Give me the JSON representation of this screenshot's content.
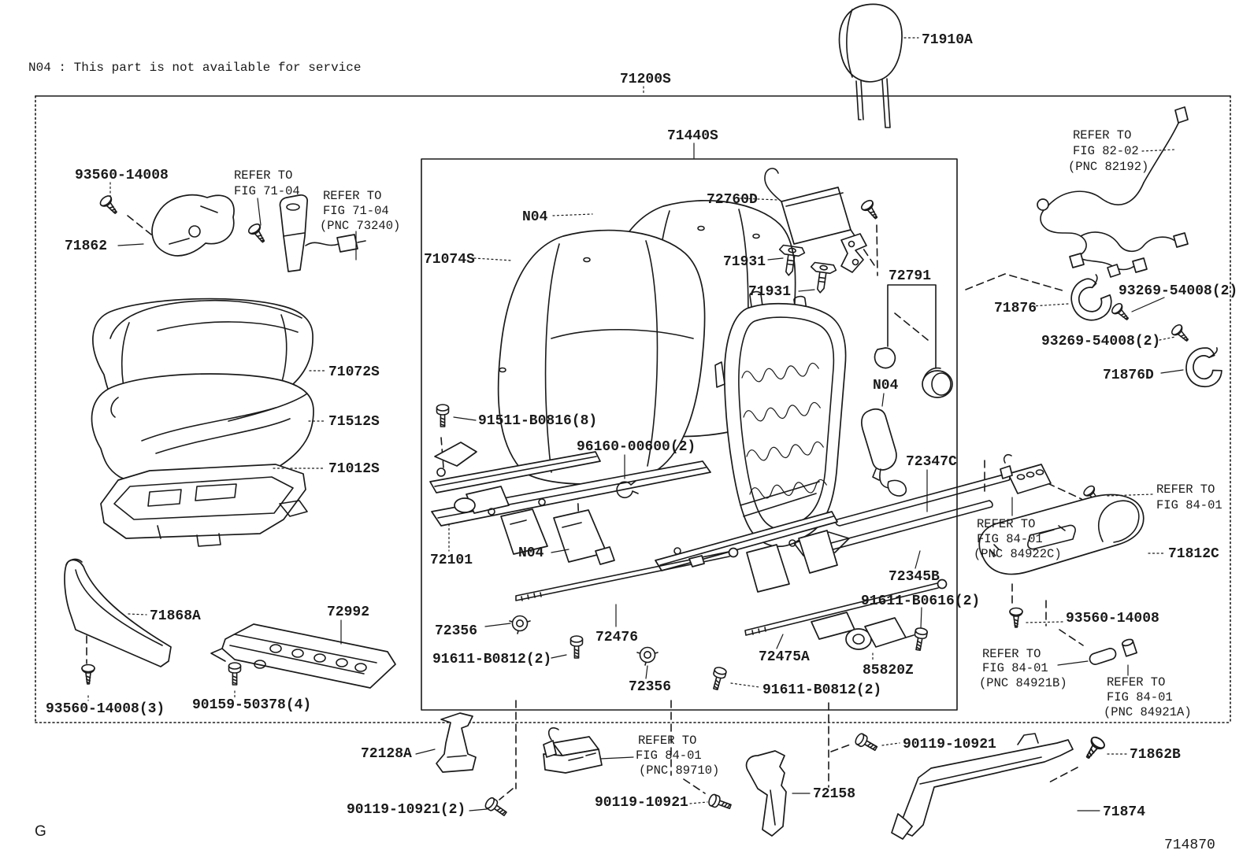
{
  "diagram": {
    "title_note": "N04 : This part is not available for service",
    "section_letter": "G",
    "figure_number": "714870",
    "colors": {
      "ink": "#1a1a1a",
      "background": "#ffffff"
    },
    "assembly_labels": {
      "seat_assy": "71200S",
      "seat_back_assy": "71440S"
    },
    "part_labels": {
      "headrest": "71910A",
      "screw_top_left": "93560-14008",
      "shield_inner": "71862",
      "amplifier": "72760D",
      "back_cover_note": "N04",
      "back_cover": "71074S",
      "headrest_support_upper": "71931",
      "headrest_support_lower": "71931",
      "knob": "72791",
      "hook_71876": "71876",
      "screw_93269_upper": "93269-54008(2)",
      "screw_93269_lower": "93269-54008(2)",
      "hook_71876d": "71876D",
      "cushion_cover": "71072S",
      "cushion_pad": "71512S",
      "cushion_frame": "71012S",
      "bolt_91511": "91511-B0816(8)",
      "ring_96160": "96160-00600(2)",
      "airbag_note": "N04",
      "rod_72347c": "72347C",
      "shield_outer": "71812C",
      "slide_rail": "72101",
      "rail_note": "N04",
      "tube_72345b": "72345B",
      "bolt_91611_b0616": "91611-B0616(2)",
      "screw_93560_right": "93560-14008",
      "nut_72356_front": "72356",
      "rod_72476": "72476",
      "bolt_91611_b0812_left": "91611-B0812(2)",
      "rod_72475a": "72475A",
      "motor_85820z": "85820Z",
      "nut_72356_rear": "72356",
      "bolt_91611_b0812_right": "91611-B0812(2)",
      "panel_71868a": "71868A",
      "plate_72992": "72992",
      "screw_93560_x3": "93560-14008(3)",
      "bolt_90159": "90159-50378(4)",
      "bracket_72128a": "72128A",
      "bolt_90119_left": "90119-10921(2)",
      "bolt_90119_center": "90119-10921",
      "bracket_72158": "72158",
      "bolt_90119_right": "90119-10921",
      "screw_71862b": "71862B",
      "support_71874": "71874"
    },
    "refer_notes": {
      "fig_71_04": {
        "line1": "REFER TO",
        "line2": "FIG 71-04"
      },
      "fig_71_04_pnc_73240": {
        "line1": "REFER TO",
        "line2": "FIG 71-04",
        "line3": "(PNC 73240)"
      },
      "fig_82_02_pnc_82192": {
        "line1": "REFER TO",
        "line2": "FIG 82-02",
        "line3": "(PNC 82192)"
      },
      "fig_84_01": {
        "line1": "REFER TO",
        "line2": "FIG 84-01"
      },
      "fig_84_01_pnc_84922c": {
        "line1": "REFER TO",
        "line2": "FIG 84-01",
        "line3": "(PNC 84922C)"
      },
      "fig_84_01_pnc_84921b": {
        "line1": "REFER TO",
        "line2": "FIG 84-01",
        "line3": "(PNC 84921B)"
      },
      "fig_84_01_pnc_84921a": {
        "line1": "REFER TO",
        "line2": "FIG 84-01",
        "line3": "(PNC 84921A)"
      },
      "fig_84_01_pnc_89710": {
        "line1": "REFER TO",
        "line2": "FIG 84-01",
        "line3": "(PNC 89710)"
      }
    }
  }
}
